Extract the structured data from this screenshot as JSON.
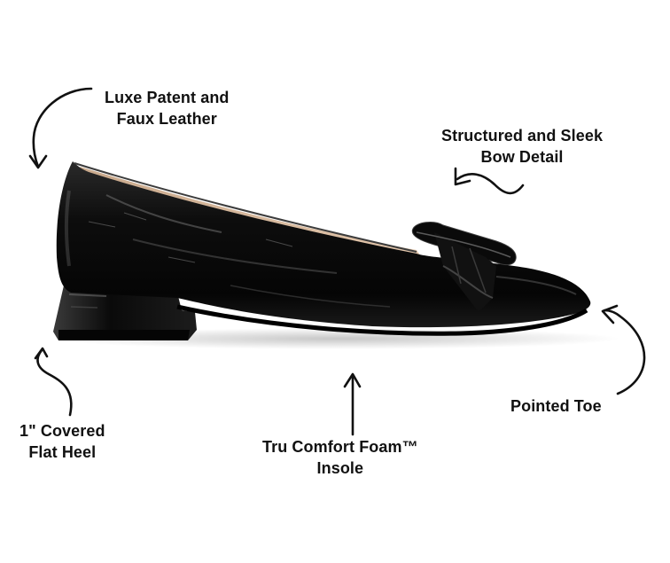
{
  "product": {
    "description": "Black patent pointed-toe flat with bow detail and covered block heel",
    "colors": {
      "shoe": "#0c0c0c",
      "lining": "#d9b89a",
      "text": "#111111",
      "background": "#ffffff"
    }
  },
  "callouts": [
    {
      "id": "material",
      "lines": [
        "Luxe Patent and",
        "Faux Leather"
      ],
      "arrow": "curved-down-left"
    },
    {
      "id": "bow",
      "lines": [
        "Structured and Sleek",
        "Bow Detail"
      ],
      "arrow": "wavy-left"
    },
    {
      "id": "toe",
      "lines": [
        "Pointed Toe"
      ],
      "arrow": "curved-up-left"
    },
    {
      "id": "heel",
      "lines": [
        "1\" Covered",
        "Flat Heel"
      ],
      "arrow": "wavy-up"
    },
    {
      "id": "insole",
      "lines": [
        "Tru Comfort Foam™",
        "Insole"
      ],
      "arrow": "straight-up"
    }
  ]
}
